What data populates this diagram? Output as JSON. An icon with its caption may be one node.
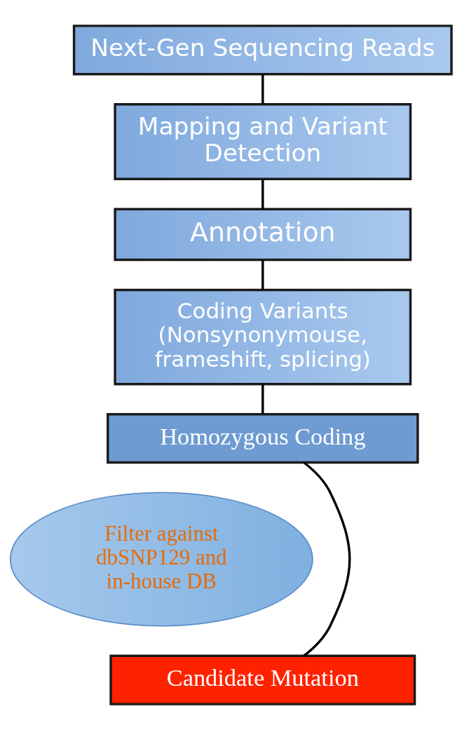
{
  "diagram": {
    "nodes": [
      {
        "text": [
          "Next-Gen Sequencing Reads"
        ]
      },
      {
        "text": [
          "Mapping and Variant Detection"
        ]
      },
      {
        "text": [
          "Annotation"
        ]
      },
      {
        "text": [
          "Coding Variants",
          "(Nonsynonymouse, frameshift, splicing)"
        ]
      },
      {
        "text": [
          "Homozygous Coding"
        ]
      },
      {
        "text": [
          "Filter against dbSNP129 and in-house DB"
        ]
      },
      {
        "text": [
          "Candidate Mutation"
        ]
      }
    ],
    "edges": [
      {
        "from": 0,
        "to": 1,
        "arrow": "none"
      },
      {
        "from": 1,
        "to": 2,
        "arrow": "none"
      },
      {
        "from": 2,
        "to": 3,
        "arrow": "none"
      },
      {
        "from": 3,
        "to": 4,
        "arrow": "none"
      },
      {
        "from": 4,
        "to": 6,
        "arrow": "none"
      }
    ]
  }
}
